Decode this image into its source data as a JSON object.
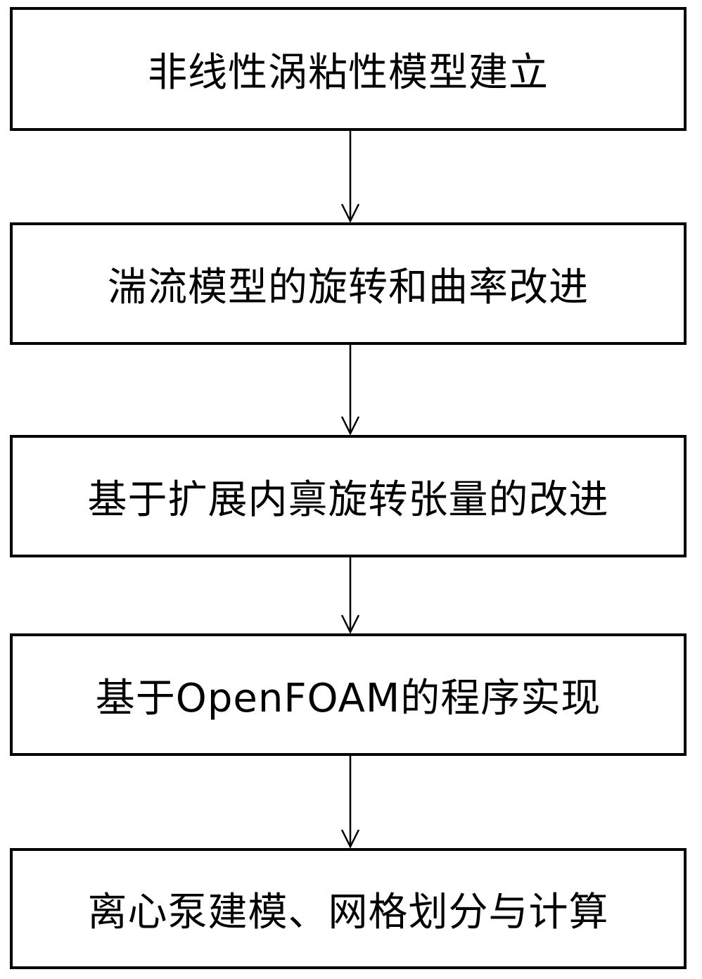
{
  "flowchart": {
    "steps": [
      {
        "label": "非线性涡粘性模型建立"
      },
      {
        "label": "湍流模型的旋转和曲率改进"
      },
      {
        "label": "基于扩展内禀旋转张量的改进"
      },
      {
        "label": "基于OpenFOAM的程序实现"
      },
      {
        "label": "离心泵建模、网格划分与计算"
      }
    ],
    "colors": {
      "stroke": "#000000",
      "background": "#ffffff",
      "text": "#000000"
    }
  }
}
